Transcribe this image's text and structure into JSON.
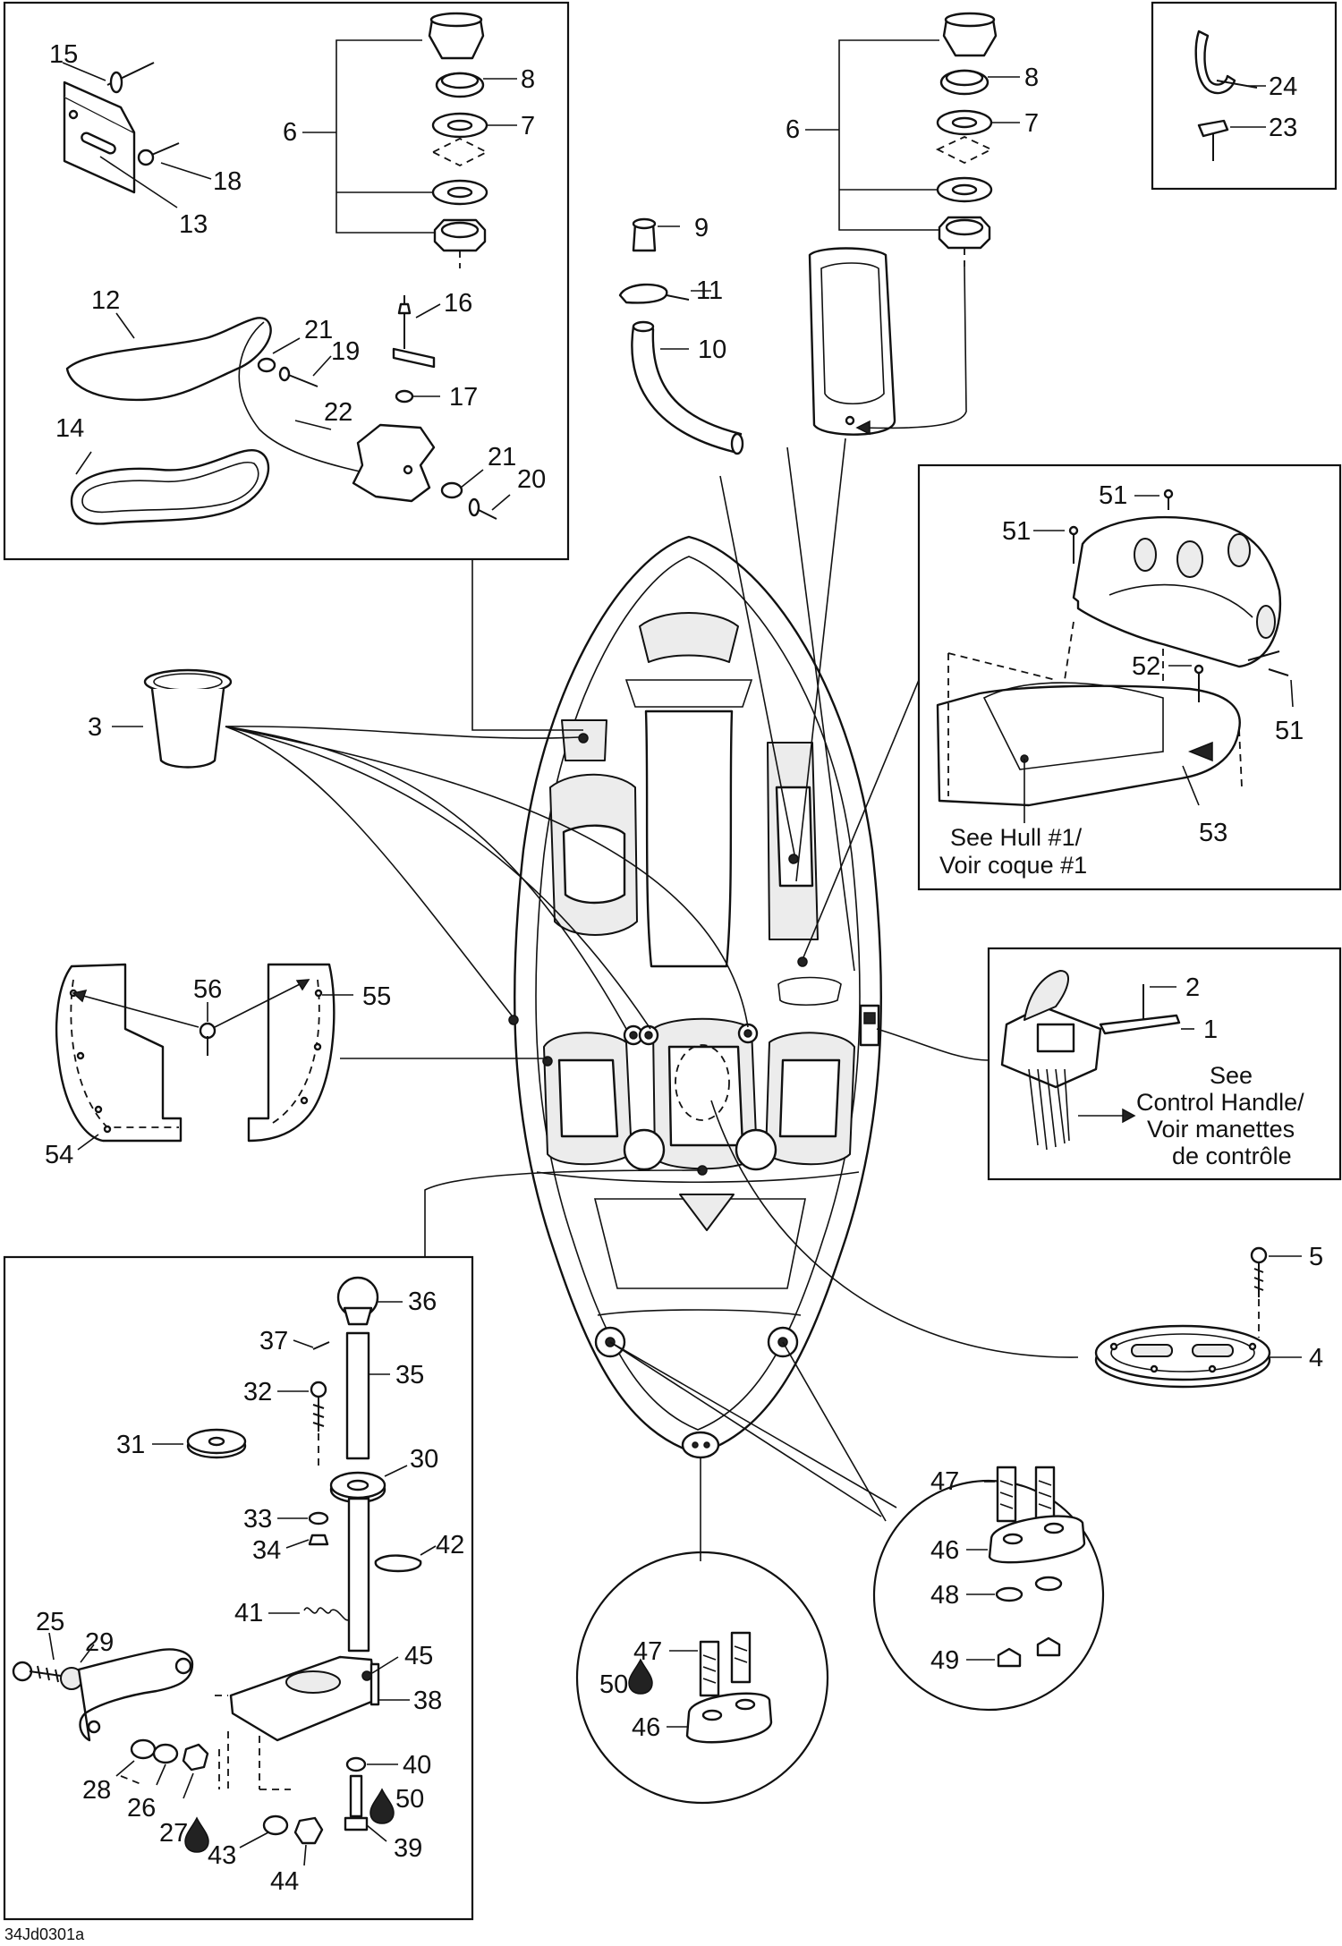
{
  "figure_code": "34Jd0301a",
  "callouts": {
    "n1": "1",
    "n2": "2",
    "n3": "3",
    "n4": "4",
    "n5": "5",
    "n6a": "6",
    "n6b": "6",
    "n7a": "7",
    "n7b": "7",
    "n8a": "8",
    "n8b": "8",
    "n9": "9",
    "n10": "10",
    "n11": "11",
    "n12": "12",
    "n13": "13",
    "n14": "14",
    "n15": "15",
    "n16": "16",
    "n17": "17",
    "n18": "18",
    "n19": "19",
    "n20": "20",
    "n21a": "21",
    "n21b": "21",
    "n22": "22",
    "n23": "23",
    "n24": "24",
    "n25": "25",
    "n26": "26",
    "n27": "27",
    "n28": "28",
    "n29": "29",
    "n30": "30",
    "n31": "31",
    "n32": "32",
    "n33": "33",
    "n34": "34",
    "n35": "35",
    "n36": "36",
    "n37": "37",
    "n38": "38",
    "n39": "39",
    "n40": "40",
    "n41": "41",
    "n42": "42",
    "n43": "43",
    "n44": "44",
    "n45": "45",
    "n46a": "46",
    "n46b": "46",
    "n47a": "47",
    "n47b": "47",
    "n48": "48",
    "n49": "49",
    "n50a": "50",
    "n50b": "50",
    "n51a": "51",
    "n51b": "51",
    "n51c": "51",
    "n52": "52",
    "n53": "53",
    "n54": "54",
    "n55": "55",
    "n56": "56"
  },
  "notes": {
    "hull_line1": "See Hull #1/",
    "hull_line2": "Voir coque #1",
    "control_line1": "See",
    "control_line2": "Control Handle/",
    "control_line3": "Voir manettes",
    "control_line4": "de contrôle"
  },
  "icons": [
    "oil-drop-icon"
  ]
}
